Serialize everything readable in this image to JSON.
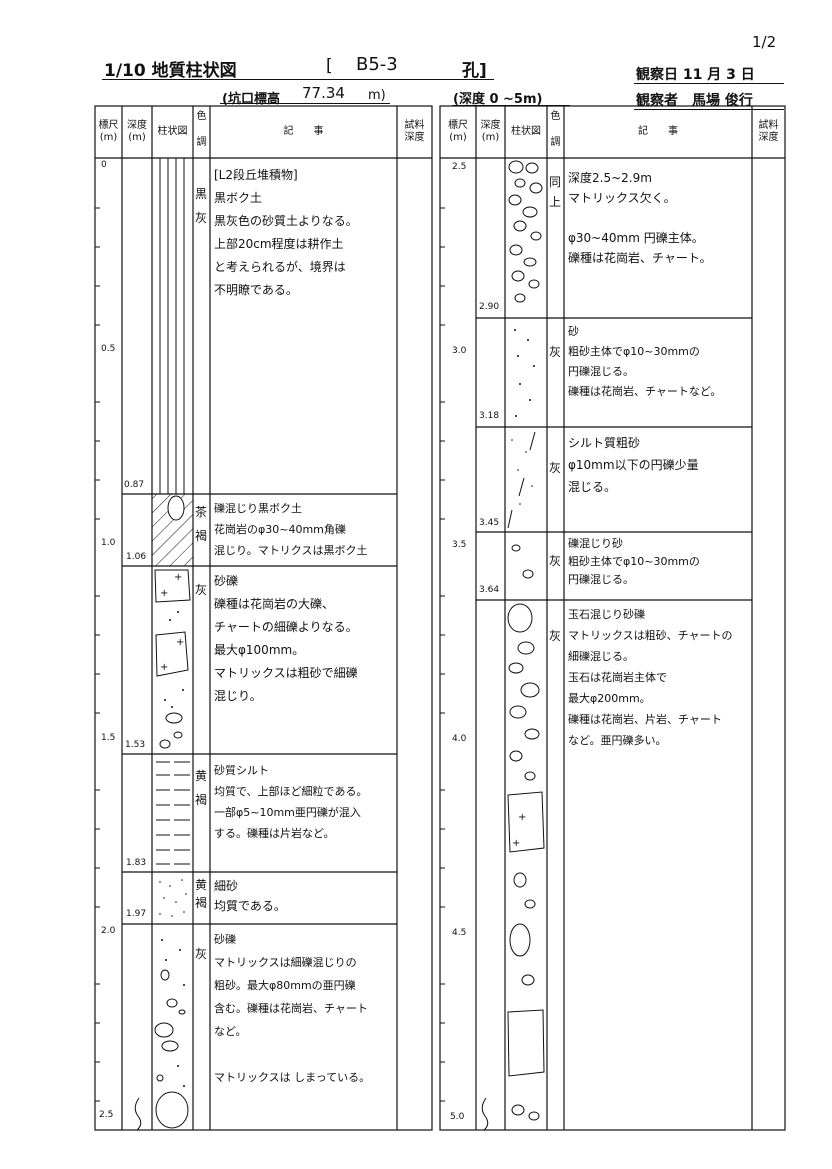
{
  "page_number": "1/2",
  "title": "1/10 地質柱状図",
  "hole_open": "[",
  "hole_id": "B5-3",
  "hole_suffix": "孔]",
  "elevation_label": "(坑口標高",
  "elevation_value": "77.34",
  "elevation_unit": "m)",
  "depth_range": "(深度 0 ~5m)",
  "observation_date": "観察日 11 月 3 日",
  "observer": "観察者　馬場 俊行",
  "headers": {
    "scale": "標尺\n(m)",
    "depth": "深度\n(m)",
    "column": "柱状図",
    "color": "色\n\n調",
    "description": "記　　事",
    "sample": "試料\n深度"
  },
  "left": {
    "scale_ticks": [
      "0",
      "0.5",
      "1.0",
      "1.5",
      "2.0",
      "2.5"
    ],
    "layer_depths": [
      "0.87",
      "1.06",
      "1.53",
      "1.83",
      "1.97"
    ],
    "colors": [
      {
        "text": "黒\n灰"
      },
      {
        "text": "茶\n褐"
      },
      {
        "text": "灰"
      },
      {
        "text": "黄\n褐"
      },
      {
        "text": "黄\n褐"
      },
      {
        "text": "灰"
      }
    ],
    "descriptions": [
      "[L2段丘堆積物]\n黒ボク土\n黒灰色の砂質土よりなる。\n上部20cm程度は耕作土\nと考えられるが、境界は\n不明瞭である。",
      "礫混じり黒ボク土\n花崗岩のφ30~40mm角礫\n混じり。マトリクスは黒ボク土",
      "砂礫\n礫種は花崗岩の大礫、\nチャートの細礫よりなる。\n最大φ100mm。\nマトリックスは粗砂で細礫\n混じり。",
      "砂質シルト\n均質で、上部ほど細粒である。\n一部φ5~10mm亜円礫が混入\nする。礫種は片岩など。",
      "細砂\n均質である。",
      "砂礫\nマトリックスは細礫混じりの\n粗砂。最大φ80mmの亜円礫\n含む。礫種は花崗岩、チャート\nなど。\n\nマトリックスは しまっている。"
    ]
  },
  "right": {
    "scale_ticks": [
      "2.5",
      "3.0",
      "3.5",
      "4.0",
      "4.5",
      "5.0"
    ],
    "layer_depths": [
      "2.90",
      "3.18",
      "3.45",
      "3.64"
    ],
    "colors": [
      {
        "text": "同\n上"
      },
      {
        "text": "灰"
      },
      {
        "text": "灰"
      },
      {
        "text": "灰"
      },
      {
        "text": "灰"
      }
    ],
    "descriptions": [
      "深度2.5~2.9m\nマトリックス欠く。\n\nφ30~40mm 円礫主体。\n礫種は花崗岩、チャート。",
      "砂\n粗砂主体でφ10~30mmの\n円礫混じる。\n礫種は花崗岩、チャートなど。",
      "シルト質粗砂\nφ10mm以下の円礫少量\n混じる。",
      "礫混じり砂\n粗砂主体でφ10~30mmの\n円礫混じる。",
      "玉石混じり砂礫\nマトリックスは粗砂、チャートの\n細礫混じる。\n玉石は花崗岩主体で\n最大φ200mm。\n礫種は花崗岩、片岩、チャート\nなど。亜円礫多い。"
    ]
  }
}
